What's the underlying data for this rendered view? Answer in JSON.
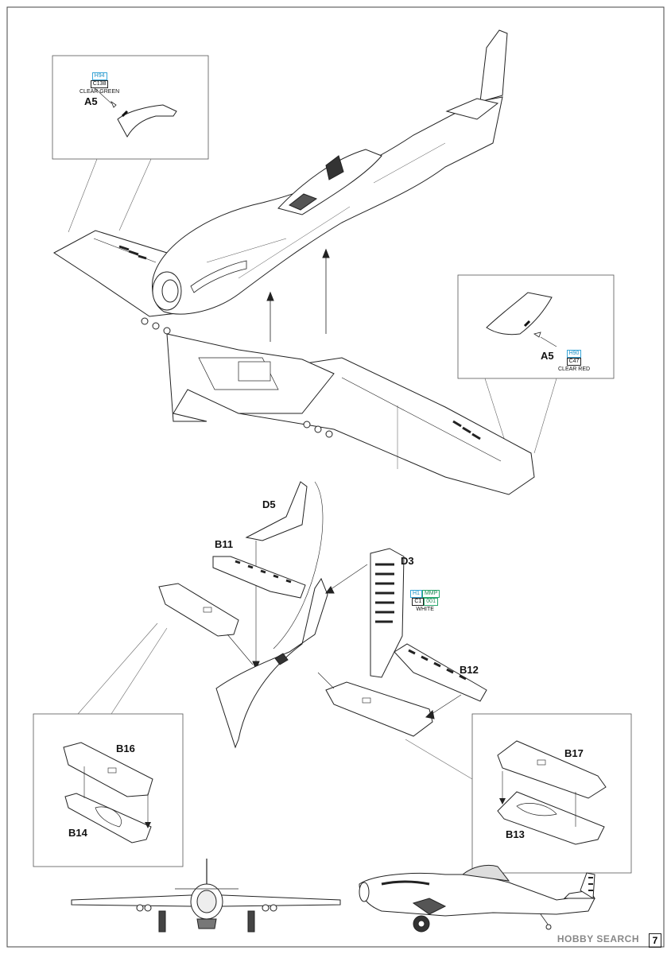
{
  "page_number": "7",
  "watermark": "HOBBY SEARCH",
  "callouts": [
    {
      "id": "top-left",
      "part": "A5",
      "codes": [
        "H94",
        "C138"
      ],
      "color_name": "CLEAR GREEN"
    },
    {
      "id": "top-right",
      "part": "A5",
      "codes": [
        "H90",
        "C47"
      ],
      "color_name": "CLEAR RED"
    }
  ],
  "tail_paint": {
    "codes_top": [
      "H1",
      "MMP"
    ],
    "codes_bottom": [
      "C1",
      "001"
    ],
    "color_name": "WHITE"
  },
  "parts": {
    "d5": "D5",
    "b11": "B11",
    "d3": "D3",
    "b12": "B12",
    "b16": "B16",
    "b14": "B14",
    "b17": "B17",
    "b13": "B13"
  },
  "colors": {
    "line": "#222222",
    "callout_blue": "#3aa6d8",
    "callout_green": "#2aa66e",
    "frame": "#555555"
  }
}
